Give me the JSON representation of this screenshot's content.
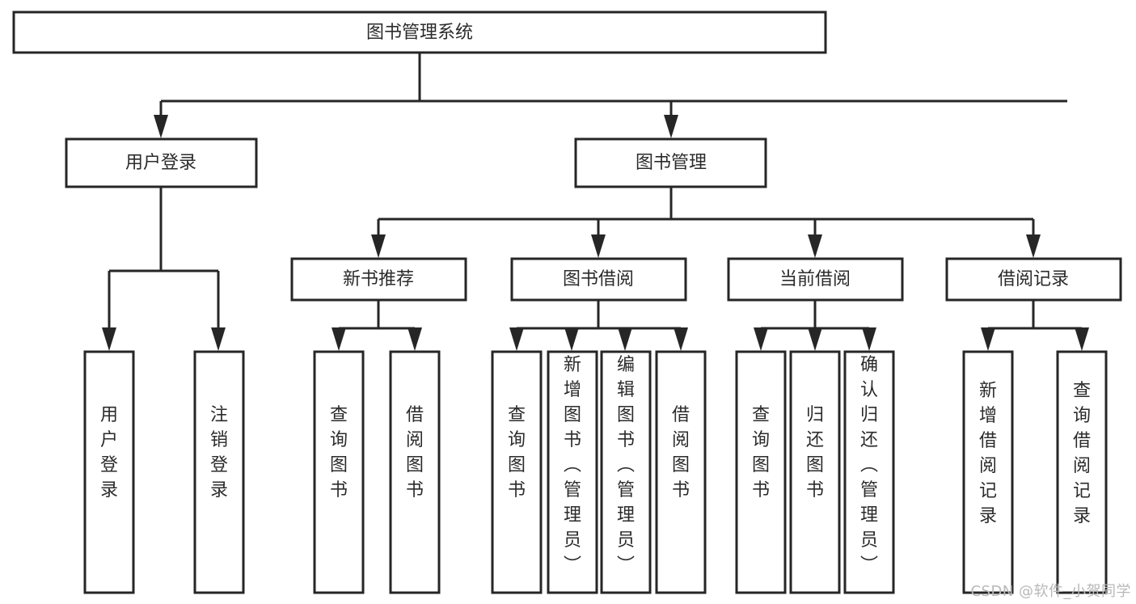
{
  "diagram": {
    "type": "tree-hierarchy",
    "title": "图书管理系统",
    "orientation": "top-down",
    "colors": {
      "box_fill": "#ffffff",
      "box_stroke": "#262626",
      "text": "#2b2b2b",
      "watermark": "#b8b8b8",
      "background": "#ffffff"
    },
    "root": {
      "label": "图书管理系统"
    },
    "level2": [
      {
        "id": "user-login",
        "label": "用户登录"
      },
      {
        "id": "book-management",
        "label": "图书管理"
      }
    ],
    "level3": [
      {
        "id": "new-book-recommend",
        "label": "新书推荐"
      },
      {
        "id": "book-borrow",
        "label": "图书借阅"
      },
      {
        "id": "current-borrow",
        "label": "当前借阅"
      },
      {
        "id": "borrow-record",
        "label": "借阅记录"
      }
    ],
    "leaves": {
      "user-login": [
        {
          "id": "leaf-user-login",
          "label": "用户登录"
        },
        {
          "id": "leaf-logout-login",
          "label": "注销登录"
        }
      ],
      "new-book-recommend": [
        {
          "id": "leaf-query-book-1",
          "label": "查询图书"
        },
        {
          "id": "leaf-borrow-book-1",
          "label": "借阅图书"
        }
      ],
      "book-borrow": [
        {
          "id": "leaf-query-book-2",
          "label": "查询图书"
        },
        {
          "id": "leaf-add-book-admin",
          "label": "新增图书（管理员）"
        },
        {
          "id": "leaf-edit-book-admin",
          "label": "编辑图书（管理员）"
        },
        {
          "id": "leaf-borrow-book-2",
          "label": "借阅图书"
        }
      ],
      "current-borrow": [
        {
          "id": "leaf-query-book-3",
          "label": "查询图书"
        },
        {
          "id": "leaf-return-book",
          "label": "归还图书"
        },
        {
          "id": "leaf-confirm-return-admin",
          "label": "确认归还（管理员）"
        }
      ],
      "borrow-record": [
        {
          "id": "leaf-add-borrow-record",
          "label": "新增借阅记录"
        },
        {
          "id": "leaf-query-borrow-record",
          "label": "查询借阅记录"
        }
      ]
    }
  },
  "watermark": {
    "text": "CSDN @软件_小贺同学"
  }
}
